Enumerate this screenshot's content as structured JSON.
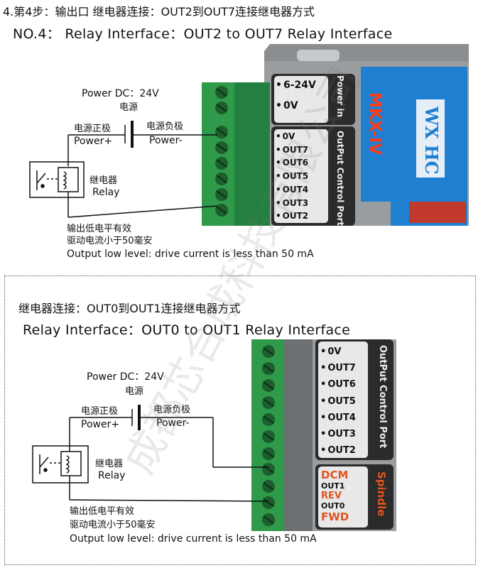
{
  "section1": {
    "title_cn": "4.第4步：输出口  继电器连接：OUT2到OUT7连接继电器方式",
    "title_en": "NO.4： Relay Interface：OUT2 to OUT7 Relay Interface",
    "power_dc": "Power DC：24V",
    "power_cn": "电源",
    "pos_cn": "电源正极",
    "pos_en": "Power+",
    "neg_cn": "电源负极",
    "neg_en": "Power-",
    "relay_cn": "继电器",
    "relay_en": "Relay",
    "note_cn1": "输出低电平有效",
    "note_cn2": "驱动电流小于50毫安",
    "note_en": "Output low level: drive current is less than 50 mA",
    "power_in_ports": [
      "6-24V",
      "0V"
    ],
    "power_in_label": "Power in",
    "output_ports": [
      "0V",
      "OUT7",
      "OUT6",
      "OUT5",
      "OUT4",
      "OUT3",
      "OUT2"
    ],
    "output_label": "OutPut Control Port",
    "brand": "MKX-IV",
    "logo": "WX HC"
  },
  "section2": {
    "title_cn": "继电器连接：OUT0到OUT1连接继电器方式",
    "title_en": "Relay Interface：OUT0 to OUT1 Relay Interface",
    "power_dc": "Power DC：24V",
    "power_cn": "电源",
    "pos_cn": "电源正极",
    "pos_en": "Power+",
    "neg_cn": "电源负极",
    "neg_en": "Power-",
    "relay_cn": "继电器",
    "relay_en": "Relay",
    "note_cn1": "输出低电平有效",
    "note_cn2": "驱动电流小于50毫安",
    "note_en": "Output low level: drive current is less than 50 mA",
    "output_ports": [
      "0V",
      "OUT7",
      "OUT6",
      "OUT5",
      "OUT4",
      "OUT3",
      "OUT2"
    ],
    "output_label": "OutPut Control Port",
    "spindle_ports": [
      "DCM",
      "OUT1",
      "REV",
      "OUT0",
      "FWD"
    ],
    "spindle_label": "Spindle"
  },
  "watermark": "成都芯合成科技有限公司",
  "colors": {
    "terminal_green": "#2e9a4a",
    "device_gray": "#8a8d90",
    "panel_dark": "#2b2b2b",
    "brand_blue": "#1f7fd0",
    "spindle_orange": "#e0541f"
  }
}
